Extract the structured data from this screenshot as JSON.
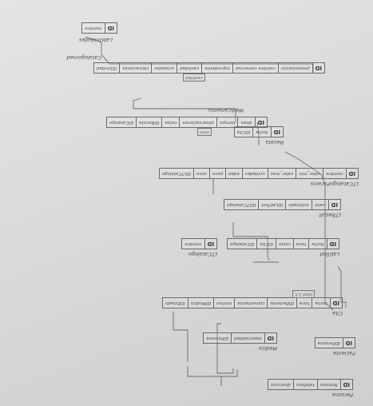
{
  "entities": [
    {
      "title": "Persona",
      "attributes": [
        "ID",
        "Nombre",
        "telefono",
        "direccion"
      ]
    },
    {
      "title": "Paciente",
      "attributes": [
        "ID",
        "IDPersona"
      ]
    },
    {
      "title": "Medico",
      "attributes": [
        "ID",
        "especialidad",
        "IDPersona"
      ]
    },
    {
      "title": "Cita",
      "attributes": [
        "ID",
        "fecha",
        "hora",
        "IDPaciente",
        "comentarios",
        "motivo",
        "IDMedico",
        "IDEstado"
      ]
    },
    {
      "title": "LabTest",
      "attributes": [
        "ID",
        "fecha",
        "hora",
        "costo",
        "IDCita",
        "IDCatalogo"
      ]
    },
    {
      "title": "LTCatalogo",
      "attributes": [
        "ID",
        "nombre"
      ]
    },
    {
      "title": "LTResult",
      "attributes": [
        "ID",
        "valor",
        "estimado",
        "IDLabTest",
        "IDLTCatalogo"
      ]
    },
    {
      "title": "LTCatalogoParams",
      "attributes": [
        "ID",
        "nombre",
        "valor_min",
        "valor_max",
        "unidades",
        "edad",
        "peso",
        "sexo",
        "IDLTCatalogo"
      ]
    },
    {
      "title": "Receta",
      "attributes": [
        "ID",
        "fecha",
        "IDCita"
      ]
    },
    {
      "title": "Medicamento",
      "attributes": [
        "ID",
        "dosis",
        "tiempo",
        "observaciones",
        "notas",
        "IDReceta",
        "IDCatalogo"
      ]
    },
    {
      "title": "Catalogomed",
      "attributes": [
        "ID",
        "presentacion",
        "nombre comercial",
        "ingrediente",
        "cantidad",
        "unidades",
        "Ubicaciones",
        "IDUnidad"
      ]
    },
    {
      "title": "LabUnidades",
      "attributes": [
        "ID",
        "nombre"
      ]
    }
  ],
  "notes": [
    "nivel 1-5",
    "cantidad",
    "nivel"
  ]
}
